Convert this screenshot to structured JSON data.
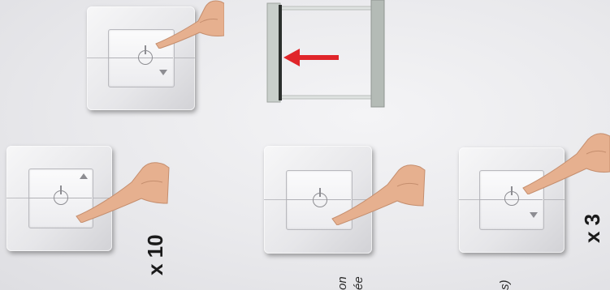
{
  "repeat_count_first": "x 10",
  "repeat_count_second": "x 3",
  "cropped_text": {
    "line1": "on",
    "line2": "ée",
    "line3": "s)"
  },
  "colors": {
    "arrow": "#e0252a",
    "skin": "#e6b08f",
    "frame_rail": "#b4bbb6"
  },
  "icons": [
    "power-symbol-icon",
    "up-triangle-icon",
    "down-triangle-icon",
    "hand-pointer-icon",
    "left-arrow-icon"
  ]
}
